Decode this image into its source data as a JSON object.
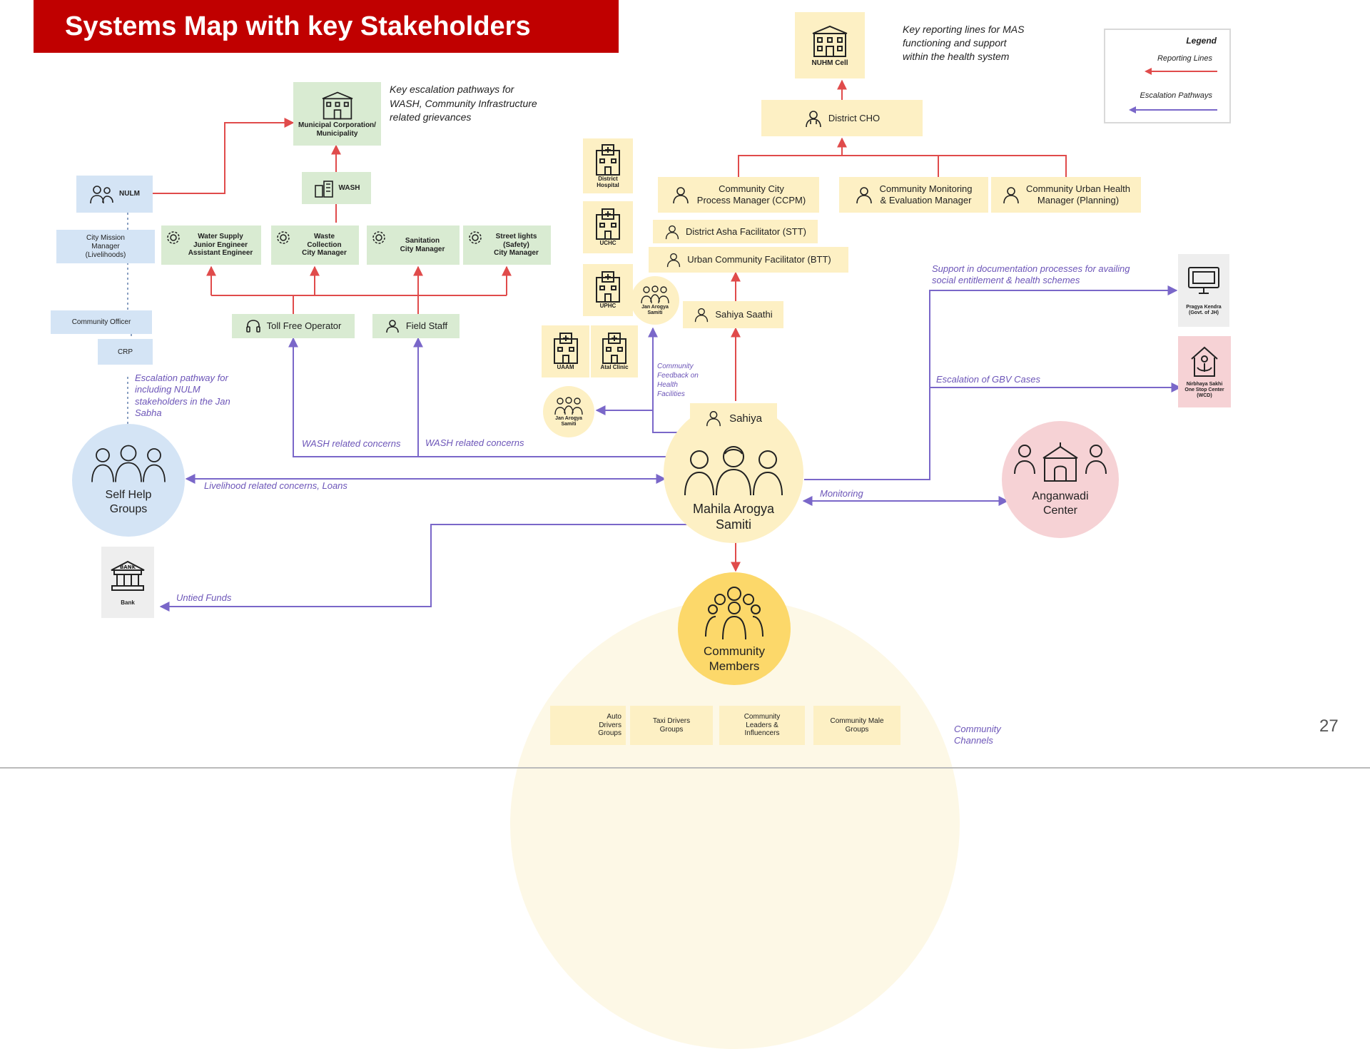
{
  "title": "Systems Map with key Stakeholders",
  "page_number": "27",
  "colors": {
    "red": "#e04b4b",
    "purple": "#7a67c9",
    "title_bg": "#c00000",
    "green": "#d9ebd2",
    "blue": "#d4e4f5",
    "yellow": "#fdf0c4",
    "pink": "#f6d2d5"
  },
  "legend": {
    "title": "Legend",
    "reporting": "Reporting Lines",
    "escalation": "Escalation Pathways"
  },
  "notes": {
    "mas_reporting": "Key reporting lines for MAS\nfunctioning and support\nwithin the health system",
    "wash_escalation": "Key escalation pathways for\nWASH, Community Infrastructure\nrelated grievances",
    "nulm_escalation": "Escalation pathway for\nincluding NULM\nstakeholders in the Jan\nSabha",
    "community_feedback": "Community\nFeedback on\nHealth\nFacilities",
    "documentation_support": "Support in documentation processes for availing\nsocial entitlement & health schemes",
    "gbv": "Escalation of GBV Cases",
    "wash_concerns_1": "WASH related concerns",
    "wash_concerns_2": "WASH related concerns",
    "livelihood": "Livelihood related concerns,  Loans",
    "monitoring": "Monitoring",
    "untied_funds": "Untied Funds",
    "community_channels": "Community\nChannels"
  },
  "nodes": {
    "nuhm_cell": "NUHM Cell",
    "district_cho": "District CHO",
    "municipal": "Municipal Corporation/\nMunicipality",
    "wash": "WASH",
    "nulm": "NULM",
    "city_mission_manager": "City Mission\nManager\n(Livelihoods)",
    "community_officer": "Community Officer",
    "crp": "CRP",
    "water_supply": "Water Supply\nJunior Engineer\nAssistant Engineer",
    "waste_collection": "Waste\nCollection\nCity Manager",
    "sanitation": "Sanitation\nCity Manager",
    "street_lights": "Street lights\n(Safety)\nCity Manager",
    "toll_free": "Toll Free Operator",
    "field_staff": "Field Staff",
    "district_hospital": "District\nHospital",
    "uchc": "UCHC",
    "uphc": "UPHC",
    "uaam": "UAAM",
    "atal_clinic": "Atal Clinic",
    "jas_1": "Jan Arogya\nSamiti",
    "jas_2": "Jan Arogya\nSamiti",
    "ccpm": "Community City\nProcess Manager (CCPM)",
    "cmem": "Community Monitoring\n& Evaluation Manager",
    "cuhm": "Community Urban Health\nManager (Planning)",
    "dasha": "District Asha Facilitator (STT)",
    "ucf": "Urban Community Facilitator (BTT)",
    "sahiya_saathi": "Sahiya Saathi",
    "sahiya": "Sahiya",
    "mas": "Mahila Arogya\nSamiti",
    "shg": "Self Help\nGroups",
    "bank": "Bank",
    "anganwadi": "Anganwadi\nCenter",
    "pragya": "Pragya Kendra\n(Govt. of JH)",
    "nirbhaya": "Nirbhaya Sakhi\nOne Stop Center\n(WCD)",
    "community_members": "Community\nMembers",
    "auto": "Auto\nDrivers\nGroups",
    "taxi": "Taxi Drivers\nGroups",
    "leaders": "Community\nLeaders &\nInfluencers",
    "male": "Community Male\nGroups"
  }
}
